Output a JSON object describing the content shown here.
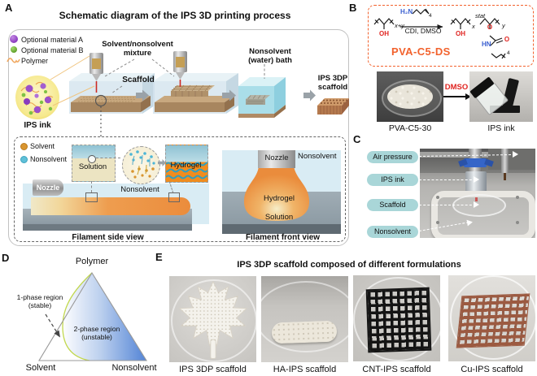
{
  "colors": {
    "accent_orange": "#f2622d",
    "chem_red": "#e02420",
    "chem_blue": "#3a5fd0",
    "callout_teal": "#a9d6d8",
    "material_a_purple": "#9b4fc8",
    "material_b_green": "#7dc243",
    "polymer_orange": "#f0a860",
    "solvent_dot": "#d9952f",
    "nonsolvent_dot": "#5fc0d8",
    "hydrogel_orange": "#f08c1e",
    "phase_blue": "#5384d6",
    "binodal_green": "#c2d84e"
  },
  "panel_a": {
    "label": "A",
    "title": "Schematic diagram of the IPS 3D printing process",
    "legend_material_a": "Optional material A",
    "legend_material_b": "Optional material B",
    "legend_polymer": "Polymer",
    "ink_label": "IPS ink",
    "mixture_label": "Solvent/nonsolvent\nmixture",
    "scaffold_label": "Scaffold",
    "bath_label": "Nonsolvent\n(water) bath",
    "product_label": "IPS 3DP\nscaffold",
    "side_view": {
      "legend_solvent": "Solvent",
      "legend_nonsolvent": "Nonsolvent",
      "nozzle": "Nozzle",
      "solution": "Solution",
      "nonsolvent": "Nonsolvent",
      "hydrogel": "Hydrogel",
      "caption": "Filament side view"
    },
    "front_view": {
      "nozzle": "Nozzle",
      "nonsolvent": "Nonsolvent",
      "hydrogel": "Hydrogel",
      "solution": "Solution",
      "caption": "Filament front view"
    }
  },
  "panel_b": {
    "label": "B",
    "reaction": {
      "amine": "H₂N",
      "sub4_top": "4",
      "conditions": "CDI, DMSO",
      "oh_left": "OH",
      "xy": "x+y",
      "oh_right": "OH",
      "x": "x",
      "stat": "stat",
      "y": "y",
      "o_ester": "O",
      "o_carbonyl": "O",
      "hn": "HN",
      "sub4_right": "4",
      "product_name": "PVA-C5-DS"
    },
    "photo1_label": "PVA-C5-30",
    "arrow_label": "DMSO",
    "photo2_label": "IPS ink"
  },
  "panel_c": {
    "label": "C",
    "callouts": [
      "Air pressure",
      "IPS ink",
      "Scaffold",
      "Nonsolvent"
    ]
  },
  "panel_d": {
    "label": "D",
    "vertex_top": "Polymer",
    "vertex_left": "Solvent",
    "vertex_right": "Nonsolvent",
    "region_one": "1-phase region\n(stable)",
    "region_two": "2-phase region\n(unstable)"
  },
  "panel_e": {
    "label": "E",
    "title": "IPS 3DP scaffold composed of different formulations",
    "items": [
      {
        "label": "IPS 3DP scaffold"
      },
      {
        "label": "HA-IPS scaffold"
      },
      {
        "label": "CNT-IPS scaffold"
      },
      {
        "label": "Cu-IPS scaffold"
      }
    ]
  }
}
